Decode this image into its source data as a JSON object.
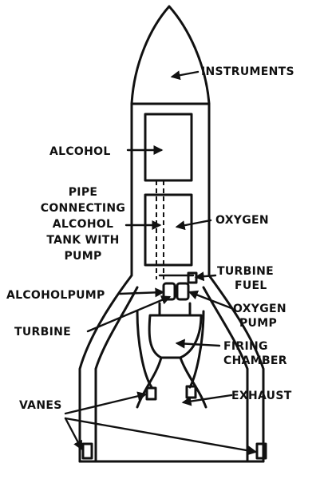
{
  "labels": {
    "instruments": "INSTRUMENTS",
    "alcohol": "ALCOHOL",
    "pipe_line1": "PIPE",
    "pipe_line2": "CONNECTING",
    "pipe_line3": "ALCOHOL",
    "pipe_line4": "TANK WITH",
    "pipe_line5": "PUMP",
    "oxygen": "OXYGEN",
    "turbine_fuel_line1": "TURBINE",
    "turbine_fuel_line2": "FUEL",
    "alcohol_pump": "ALCOHOLPUMP",
    "oxygen_pump_line1": "OXYGEN",
    "oxygen_pump_line2": "PUMP",
    "turbine": "TURBINE",
    "firing_chamber_line1": "FIRING",
    "firing_chamber_line2": "CHAMBER",
    "vanes": "VANES",
    "exhaust": "EXHAUST"
  },
  "colors": {
    "ink": "#111111",
    "background": "#ffffff"
  }
}
